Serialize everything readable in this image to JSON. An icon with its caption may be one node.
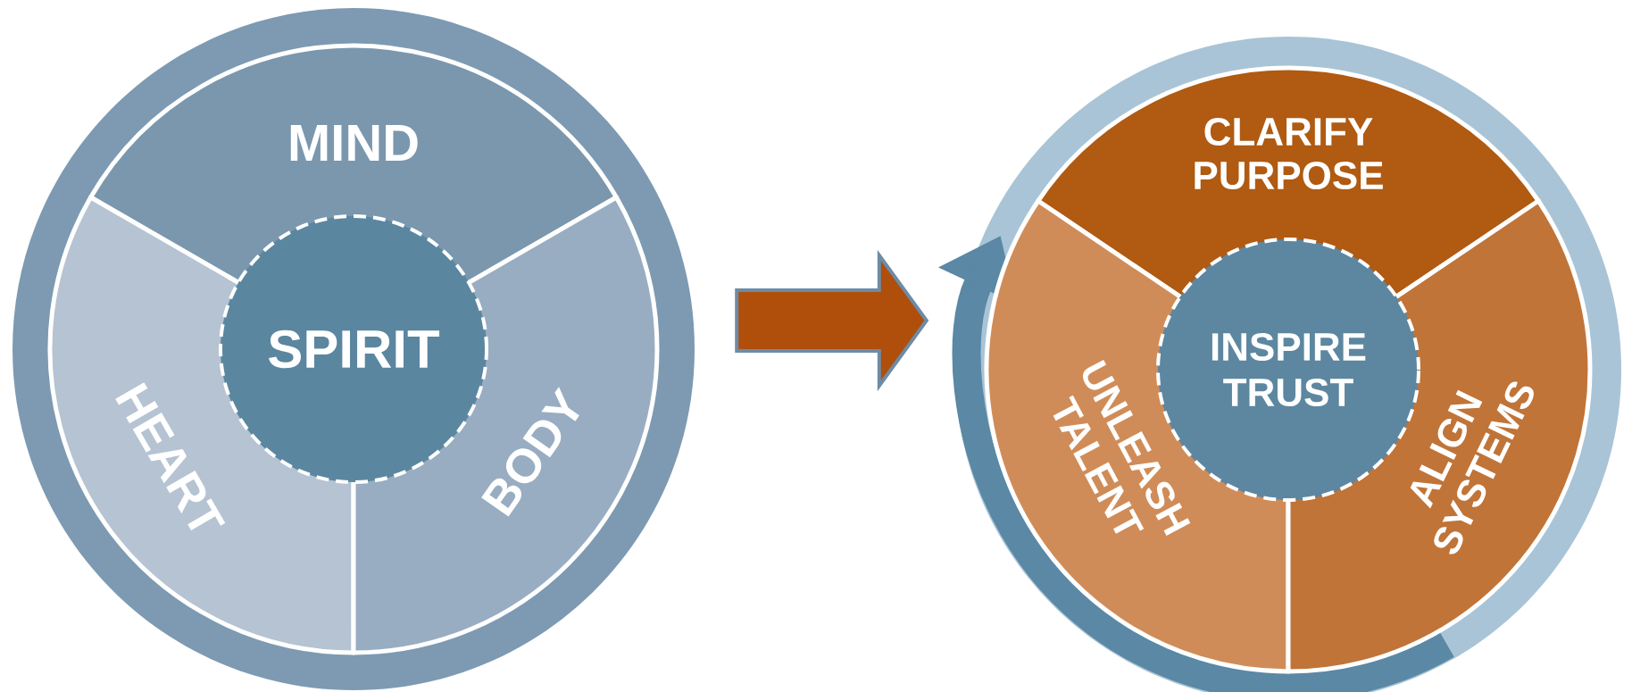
{
  "diagram": {
    "nodes": [
      {
        "text": [],
        "shape": "circle"
      },
      {
        "text": [
          "MIND"
        ],
        "in": 0
      },
      {
        "text": [
          "HEART"
        ],
        "in": 0
      },
      {
        "text": [
          "BODY"
        ],
        "in": 0
      },
      {
        "text": [
          "SPIRIT"
        ],
        "in": 0
      },
      {
        "text": [],
        "shape": "circle"
      },
      {
        "text": [
          "CLARIFY PURPOSE"
        ],
        "in": 5
      },
      {
        "text": [
          "UNLEASH TALENT"
        ],
        "in": 5
      },
      {
        "text": [
          "ALIGN SYSTEMS"
        ],
        "in": 5
      },
      {
        "text": [
          "INSPIRE TRUST"
        ],
        "in": 5
      }
    ],
    "edges": [
      {
        "from": 0,
        "to": 5,
        "arrow": "to"
      }
    ]
  }
}
